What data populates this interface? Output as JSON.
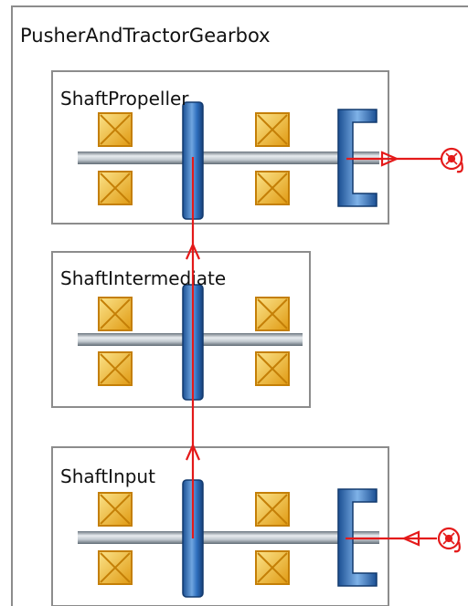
{
  "gearbox": {
    "title": "PusherAndTractorGearbox",
    "shafts": [
      {
        "id": "propeller",
        "label": "ShaftPropeller",
        "coupling": "output",
        "bearings": 4,
        "gear": true
      },
      {
        "id": "intermediate",
        "label": "ShaftIntermediate",
        "coupling": "none",
        "bearings": 4,
        "gear": true
      },
      {
        "id": "input",
        "label": "ShaftInput",
        "coupling": "input",
        "bearings": 4,
        "gear": true
      }
    ],
    "power_flow": [
      "input",
      "intermediate",
      "propeller"
    ]
  },
  "colors": {
    "frame": "#8c8c8c",
    "shaft": "#9aa4ad",
    "bearing": "#e6a817",
    "gear": "#1f5fa8",
    "flow": "#e41a1a"
  },
  "icons": [
    "bearing-icon",
    "gear-icon",
    "coupling-icon",
    "load-icon"
  ]
}
